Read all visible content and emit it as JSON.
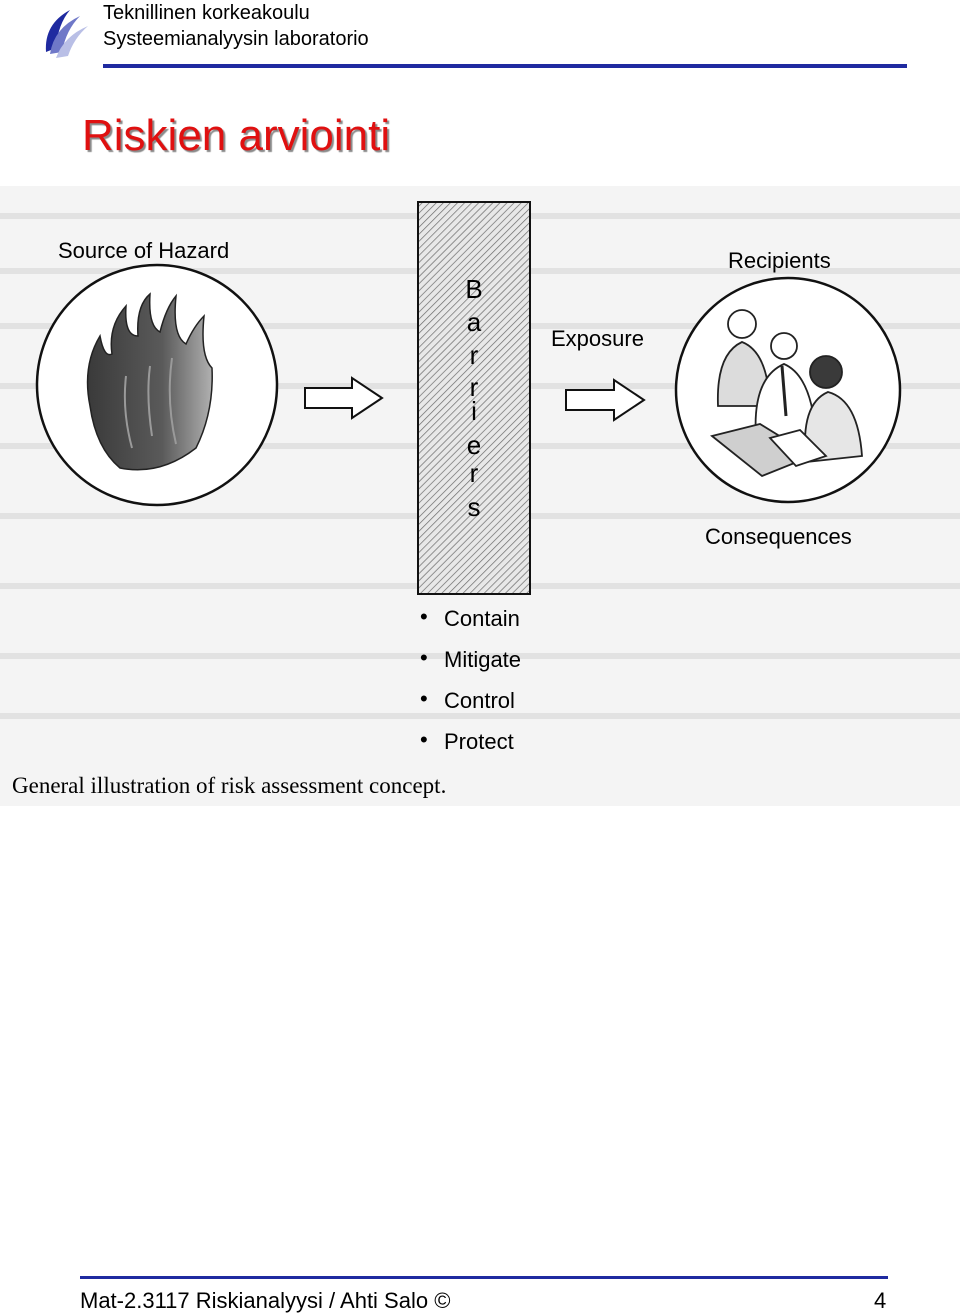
{
  "header": {
    "university": "Teknillinen korkeakoulu",
    "laboratory": "Systeemianalyysin laboratorio"
  },
  "slide": {
    "title": "Riskien arviointi"
  },
  "diagram": {
    "source_label": "Source of Hazard",
    "barrier_letters": [
      "B",
      "a",
      "r",
      "r",
      "i",
      "e",
      "r",
      "s"
    ],
    "exposure_label": "Exposure",
    "recipients_label": "Recipients",
    "consequences_label": "Consequences",
    "barrier_actions": [
      "Contain",
      "Mitigate",
      "Control",
      "Protect"
    ],
    "caption": "General illustration of risk assessment concept."
  },
  "footer": {
    "course": "Mat-2.3117 Riskianalyysi / Ahti Salo ©",
    "page": "4"
  },
  "colors": {
    "title": "#e01010",
    "rule": "#1f2aa0"
  }
}
